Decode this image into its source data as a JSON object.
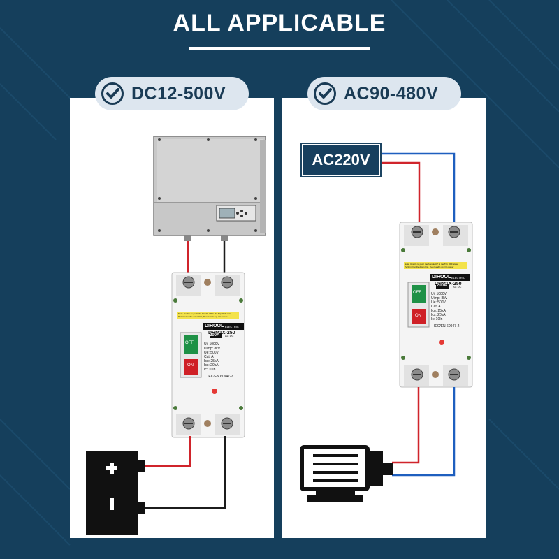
{
  "title": "ALL APPLICABLE",
  "left_badge": {
    "label": "DC12-500V"
  },
  "right_badge": {
    "label": "AC90-480V"
  },
  "ac_source": {
    "label": "AC220V"
  },
  "breaker": {
    "brand": "DIHOOL",
    "brand_sub": "ELECTRIC",
    "model": "DHM1X-250",
    "rating": "200A",
    "current_type": "AC DC",
    "off_label": "OFF",
    "on_label": "ON",
    "standard": "IEC/EN 60947-2",
    "note": "Note: Unable to push the handle UP in the Trip OFF state. Perform handle down first, then handle up. On power",
    "specs": [
      "Ui: 1000V",
      "Uimp: 8kV",
      "Ue: 500V",
      "Cat: A",
      "Icu: 25kA",
      "Ics: 20kA",
      "Ic: 10In"
    ]
  },
  "colors": {
    "background": "#153f5c",
    "panel": "#ffffff",
    "badge": "#dde6ef",
    "accent_dark": "#173f5e",
    "wire_positive": "#d0242b",
    "wire_negative": "#1c1c1c",
    "wire_neutral": "#1e5fbf"
  },
  "icons": [
    "check-circle-icon",
    "inverter-icon",
    "battery-icon",
    "motor-icon",
    "breaker-icon"
  ]
}
